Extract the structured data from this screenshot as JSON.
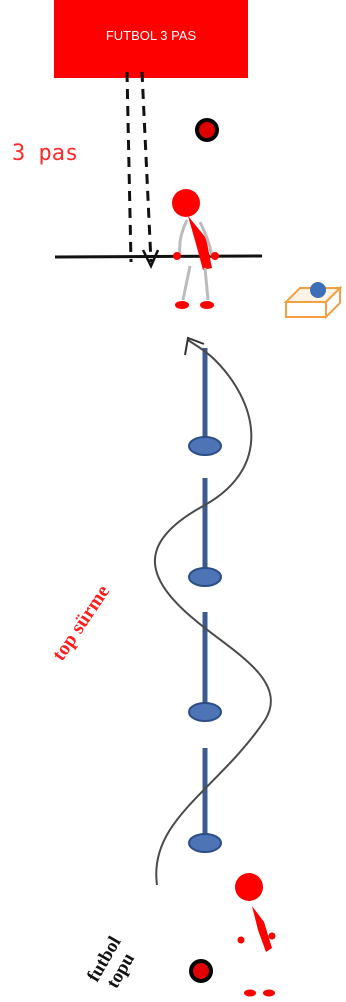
{
  "goal": {
    "label": "FUTBOL 3 PAS",
    "color": "#ff0000"
  },
  "pass_label": "3 pas",
  "dribble_label": "top sürme",
  "ball_label_line1": "futbol",
  "ball_label_line2": "topu",
  "colors": {
    "player": "#ff0000",
    "pole": "#3b5b8c",
    "cone_base": "#4d74b4",
    "ball_box": "#f5a040",
    "line": "#111111"
  },
  "icons": [
    "goal-box",
    "red-ball",
    "player-figure",
    "ball-box",
    "slalom-pole",
    "curved-dribble-arrow",
    "dashed-pass-arrow"
  ]
}
